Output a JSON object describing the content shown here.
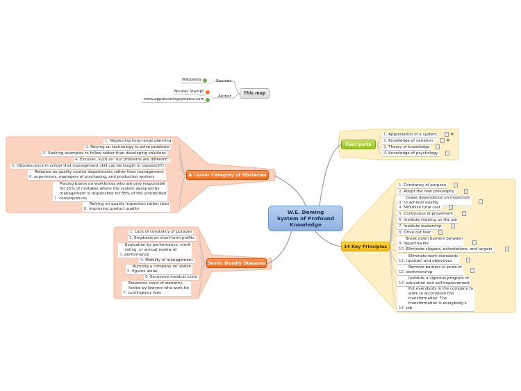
{
  "central": {
    "line1": "W.E. Deming",
    "line2": "System of Profound",
    "line3": "Knowledge"
  },
  "this_map": {
    "label": "This map",
    "sources_label": "Sources",
    "source": "Wikipedia",
    "author_label": "Author",
    "author": "Nicolas Stampf",
    "website": "www.appreciatingsystems.com"
  },
  "obstacles": {
    "label": "A Lesser Category of Obstacles",
    "items": [
      {
        "num": "1.",
        "text": "Neglecting long-range planning"
      },
      {
        "num": "2.",
        "text": "Relying on technology to solve problems"
      },
      {
        "num": "3.",
        "text": "Seeking examples to follow rather than developing solutions"
      },
      {
        "num": "4.",
        "text": "Excuses, such as \"our problems are different\""
      },
      {
        "num": "5.",
        "text": "Obsolescence in school that management skill can be taught in classes[37]"
      },
      {
        "num": "6.",
        "line1": "Reliance on quality control departments rather than management,",
        "line2": "supervisors, managers of purchasing, and production workers"
      },
      {
        "num": "7.",
        "line1": "Placing blame on workforces who are only responsible",
        "line2": "for 15% of mistakes where the system designed by",
        "line3": "management is responsible for 85% of the unintended",
        "line4": "consequences"
      },
      {
        "num": "8.",
        "line1": "Relying on quality inspection rather than",
        "line2": "improving product quality"
      }
    ]
  },
  "diseases": {
    "label": "Seven Deadly Diseases",
    "items": [
      {
        "num": "1.",
        "text": "Lack of constancy of purpose"
      },
      {
        "num": "2.",
        "text": "Emphasis on short-term profits"
      },
      {
        "num": "3.",
        "line1": "Evaluation by performance, merit",
        "line2": "rating, or annual review of",
        "line3": "performance"
      },
      {
        "num": "4.",
        "text": "Mobility of management"
      },
      {
        "num": "5.",
        "line1": "Running a company on visible",
        "line2": "figures alone"
      },
      {
        "num": "6.",
        "text": "Excessive medical costs"
      },
      {
        "num": "7.",
        "line1": "Excessive costs of warranty,",
        "line2": "fueled by lawyers who work for",
        "line3": "contingency fees"
      }
    ]
  },
  "four_parts": {
    "label": "Four parts",
    "items": [
      {
        "num": "1.",
        "text": "Appreciation of a system"
      },
      {
        "num": "2.",
        "text": "Knowledge of variation"
      },
      {
        "num": "3.",
        "text": "Theory of knowledge"
      },
      {
        "num": "4.",
        "text": "Knowledge of psychology"
      }
    ]
  },
  "principles": {
    "label": "14 Key Principles",
    "items": [
      {
        "num": "1.",
        "text": "Constancy of purpose"
      },
      {
        "num": "2.",
        "text": "Adopt the new philosophy"
      },
      {
        "num": "3.",
        "line1": "Cease dependence on inspection",
        "line2": "to achieve quality"
      },
      {
        "num": "4.",
        "text": "Minimize total cost"
      },
      {
        "num": "5.",
        "text": "Continuous improvement"
      },
      {
        "num": "6.",
        "text": "Institute training on the job"
      },
      {
        "num": "7.",
        "text": "Institute leadership"
      },
      {
        "num": "8.",
        "text": "Drive out fear"
      },
      {
        "num": "9.",
        "line1": "Break down barriers between",
        "line2": "departments"
      },
      {
        "num": "10.",
        "text": "Eliminate slogans, exhortations, and targets"
      },
      {
        "num": "11.",
        "line1": "Eliminate work standards",
        "line2": "(quotas) and objectives"
      },
      {
        "num": "12.",
        "line1": "Remove barriers to pride of",
        "line2": "workmanship"
      },
      {
        "num": "13.",
        "line1": "Institute a vigorous program of",
        "line2": "education and self-improvement"
      },
      {
        "num": "14.",
        "line1": "Put everybody in the company to",
        "line2": "work to accomplish the",
        "line3": "transformation. The",
        "line4": "transformation is everybody's",
        "line5": "job"
      }
    ]
  },
  "colors": {
    "central": "#9db9e4",
    "orange_topic": "#f47a30",
    "orange_boundary": "#fbd3c0",
    "green_topic": "#a5c92a",
    "yellow_topic": "#f7c314",
    "yellow_boundary": "#fdefc6"
  },
  "icons": [
    "note-icon",
    "link-icon",
    "rss-icon",
    "expand-plus-icon"
  ]
}
